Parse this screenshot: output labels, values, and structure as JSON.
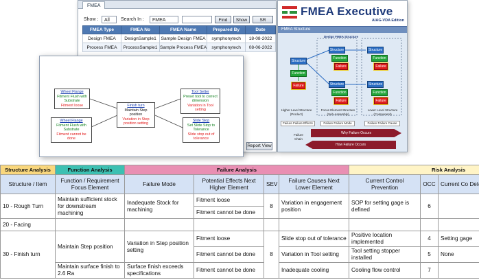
{
  "list_window": {
    "tab": "FMEA",
    "show_label": "Show :",
    "show_value": "All",
    "search_label": "Search In :",
    "search_value": "FMEA Name",
    "btn_find": "Find Now",
    "btn_showall": "Show All",
    "btn_search": "SR Search",
    "columns": [
      "FMEA Type",
      "FMEA No",
      "FMEA Name",
      "Prepared By",
      "Date"
    ],
    "rows": [
      [
        "Design FMEA",
        "DesignSample1",
        "Sample Design FMEA",
        "symphonytech",
        "18-08-2022"
      ],
      [
        "Process FMEA",
        "ProcessSample1",
        "Sample Process FMEA",
        "symphonytech",
        "08-06-2022"
      ]
    ]
  },
  "exec_panel": {
    "title": "FMEA Executive",
    "subtitle": "AIAG-VDA Edition",
    "bar": "FMEA Structure",
    "heading": "Design FMEA Structure",
    "structure": "Structure",
    "function": "Function",
    "failure": "Failure",
    "col1": "Higher Level Structure (Product)",
    "col2": "Focus Element Structure (Sub-Assembly)",
    "col3": "Lower Level Structure (Component)",
    "fe": "Failure Failure Effects",
    "fm": "Failure Failure Mode",
    "fc": "Failure Failure Cause",
    "chain": "Failure Chain",
    "why": "Why Failure Occurs",
    "how": "How Failure Occurs"
  },
  "diagram": {
    "left_top": {
      "title": "Wheel Flange",
      "func": "Fitment Flush with Substrate",
      "fail": "Fitment loose"
    },
    "left_bottom": {
      "title": "Wheel Flange",
      "func": "Fitment Flush with Substrate",
      "fail": "Fitment cannot be done"
    },
    "center": {
      "title": "Finish turn",
      "func": "Maintain Step position",
      "fail": "Variation in Step position setting"
    },
    "right_top": {
      "title": "Tool Setter",
      "func": "Preset tool to correct dimension",
      "fail": "Variation in Tool setting"
    },
    "right_bottom": {
      "title": "Slide Stop",
      "func": "Set Slide Stop to Tolerance",
      "fail": "Slide stop out of tolerance"
    }
  },
  "report_btn": "Report View",
  "fmea_table": {
    "groups": [
      "Structure Analysis",
      "Function Analysis",
      "Failure Analysis",
      "Risk Analysis"
    ],
    "headers": [
      "Structure / Item",
      "Function / Requirement Focus Element",
      "Failure Mode",
      "Potential Effects Next Higher Element",
      "SEV",
      "Failure Causes Next Lower Element",
      "Current Control Prevention",
      "OCC",
      "Current Co Detectio"
    ],
    "rows": {
      "r10": {
        "item": "10 - Rough Turn",
        "func": "Maintain sufficient stock for downstream machining",
        "mode": "Inadequate Stock for machining",
        "eff1": "Fitment loose",
        "eff2": "Fitment cannot be done",
        "sev": "8",
        "cause": "Variation in engagement position",
        "prev": "SOP for setting gage is defined",
        "occ": "6",
        "det": ""
      },
      "r20": {
        "item": "20 - Facing"
      },
      "r30": {
        "item": "30 - Finish turn",
        "func": "Maintain Step position",
        "mode": "Variation in Step position setting",
        "eff1": "Fitment loose",
        "eff2": "Fitment cannot be done",
        "sev": "8",
        "cause1": "Slide stop out of tolerance",
        "prev1": "Positive location implemented",
        "occ1": "4",
        "det1": "Setting gage",
        "cause2": "Variation in Tool setting",
        "prev2": "Tool setting stopper installed",
        "occ2": "5",
        "det2": "None",
        "func2": "Maintain surface finish to 2.6 Ra",
        "mode2": "Surface finish exceeds specifications",
        "eff3": "Fitment cannot be done",
        "cause3": "Inadequate cooling",
        "prev3": "Cooling flow control",
        "occ3": "7",
        "det3": ""
      }
    }
  }
}
